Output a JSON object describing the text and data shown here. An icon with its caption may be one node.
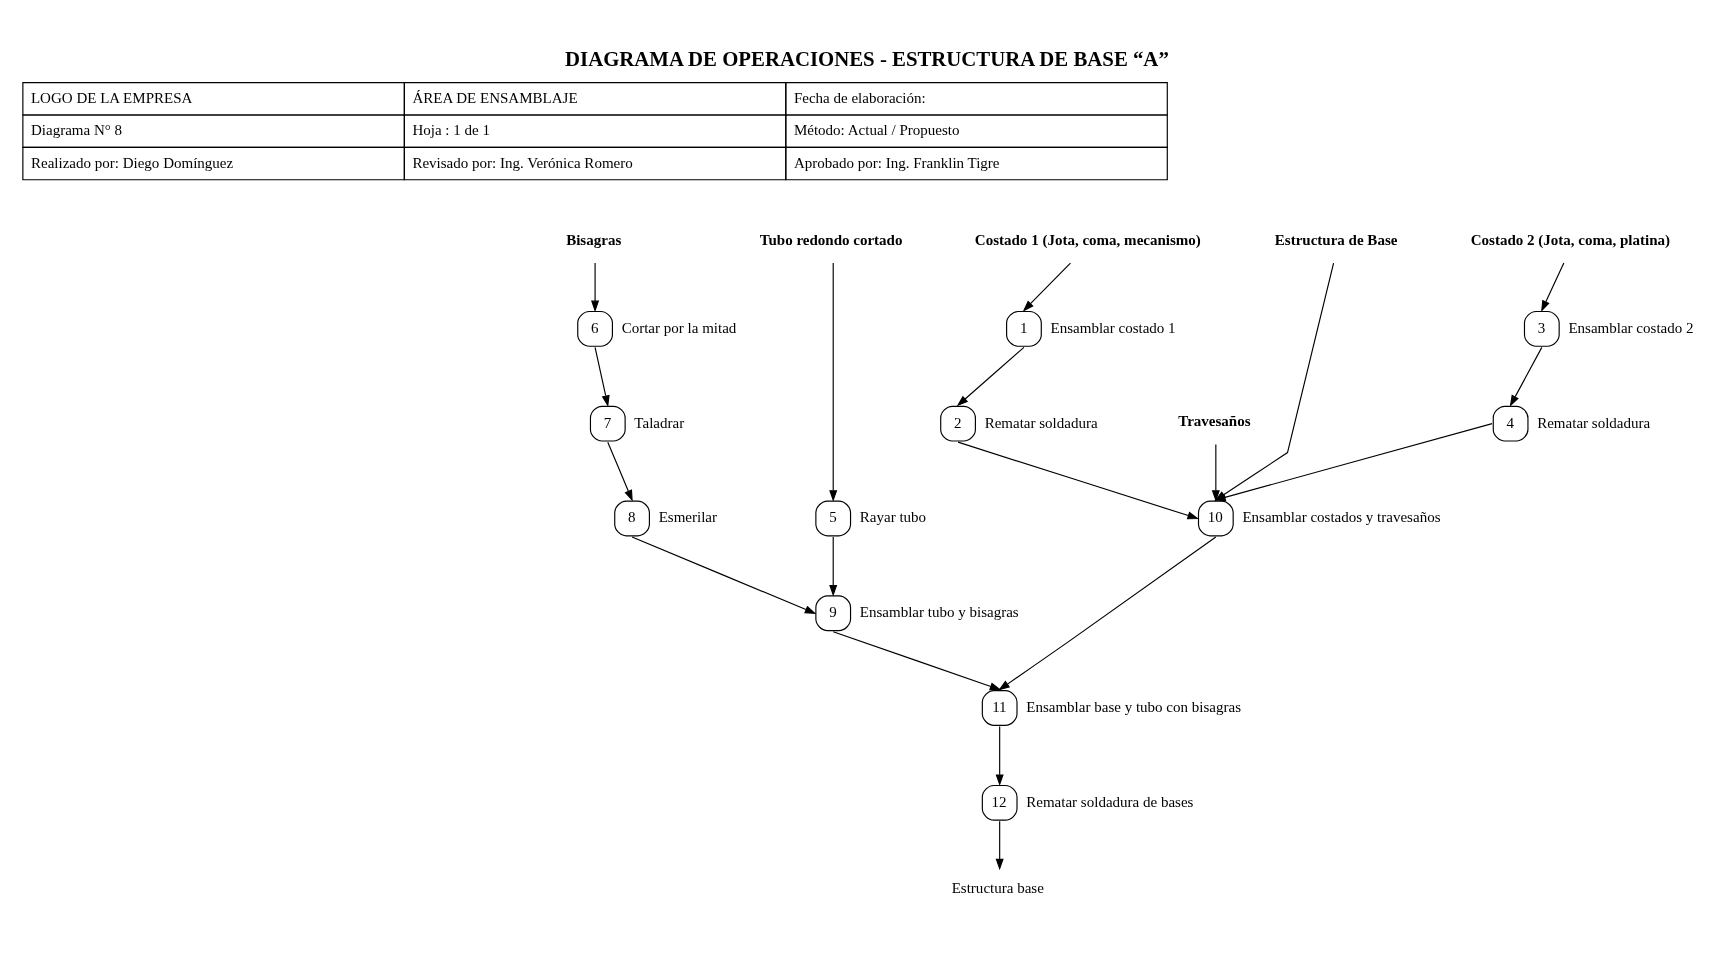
{
  "diagram": {
    "title": "DIAGRAMA DE OPERACIONES - ESTRUCTURA DE BASE “A”",
    "nodes": [
      {
        "text": [
          "Bisagras"
        ]
      },
      {
        "text": [
          "Tubo redondo cortado"
        ]
      },
      {
        "text": [
          "Costado 2 (Jota, coma, platina)"
        ]
      },
      {
        "text": [
          "Costado 1 (Jota, coma, mecanismo)"
        ]
      },
      {
        "text": [
          "Estructura de Base"
        ]
      },
      {
        "text": [
          "6"
        ],
        "beside": [
          "Cortar por la mitad"
        ]
      },
      {
        "text": [
          "7"
        ],
        "beside": [
          "Taladrar"
        ]
      },
      {
        "text": [
          "8"
        ],
        "beside": [
          "Esmerilar"
        ]
      },
      {
        "text": [
          "5"
        ],
        "beside": [
          "Rayar tubo"
        ]
      },
      {
        "text": [
          "9"
        ],
        "beside": [
          "Ensamblar tubo y bisagras"
        ]
      },
      {
        "text": [
          "3"
        ],
        "beside": [
          "Ensamblar costado 2"
        ]
      },
      {
        "text": [
          "4"
        ],
        "beside": [
          "Rematar soldadura"
        ]
      },
      {
        "text": [
          "1"
        ],
        "beside": [
          "Ensamblar costado 1"
        ]
      },
      {
        "text": [
          "2"
        ],
        "beside": [
          "Rematar soldadura"
        ]
      },
      {
        "text": [
          "Travesaños"
        ]
      },
      {
        "text": [
          "10"
        ],
        "beside": [
          "Ensamblar costados y travesaños"
        ]
      },
      {
        "text": [
          "11"
        ],
        "beside": [
          "Ensamblar base y tubo con bisagras"
        ]
      },
      {
        "text": [
          "12"
        ],
        "beside": [
          "Rematar soldadura de bases"
        ]
      },
      {
        "text": [
          "Estructura base"
        ]
      }
    ],
    "edges": [
      {
        "from": 0,
        "to": 5,
        "arrow": "to"
      },
      {
        "from": 5,
        "to": 6,
        "arrow": "to"
      },
      {
        "from": 6,
        "to": 7,
        "arrow": "to"
      },
      {
        "from": 7,
        "to": 9,
        "arrow": "to"
      },
      {
        "from": 1,
        "to": 8,
        "arrow": "to"
      },
      {
        "from": 8,
        "to": 9,
        "arrow": "to"
      },
      {
        "from": 2,
        "to": 10,
        "arrow": "to"
      },
      {
        "from": 10,
        "to": 11,
        "arrow": "to"
      },
      {
        "from": 3,
        "to": 12,
        "arrow": "to"
      },
      {
        "from": 12,
        "to": 13,
        "arrow": "to"
      },
      {
        "from": 4,
        "to": 15,
        "arrow": "to"
      },
      {
        "from": 14,
        "to": 15,
        "arrow": "to"
      },
      {
        "from": 13,
        "to": 15,
        "arrow": "to"
      },
      {
        "from": 11,
        "to": 15,
        "arrow": "to"
      },
      {
        "from": 15,
        "to": 16,
        "arrow": "to"
      },
      {
        "from": 9,
        "to": 16,
        "arrow": "to"
      },
      {
        "from": 16,
        "to": 17,
        "arrow": "to"
      },
      {
        "from": 17,
        "to": 18,
        "arrow": "to"
      }
    ],
    "labels": [
      "LOGO DE LA EMPRESA",
      "ÁREA DE ENSAMBLAJE",
      "Fecha de elaboración:",
      "Diagrama N° 8",
      "Hoja : 1 de 1",
      "Método: Actual / Propuesto",
      "Realizado por: Diego Domínguez",
      "Revisado por: Ing. Verónica Romero",
      "Aprobado por: Ing. Franklin Tigre"
    ]
  }
}
